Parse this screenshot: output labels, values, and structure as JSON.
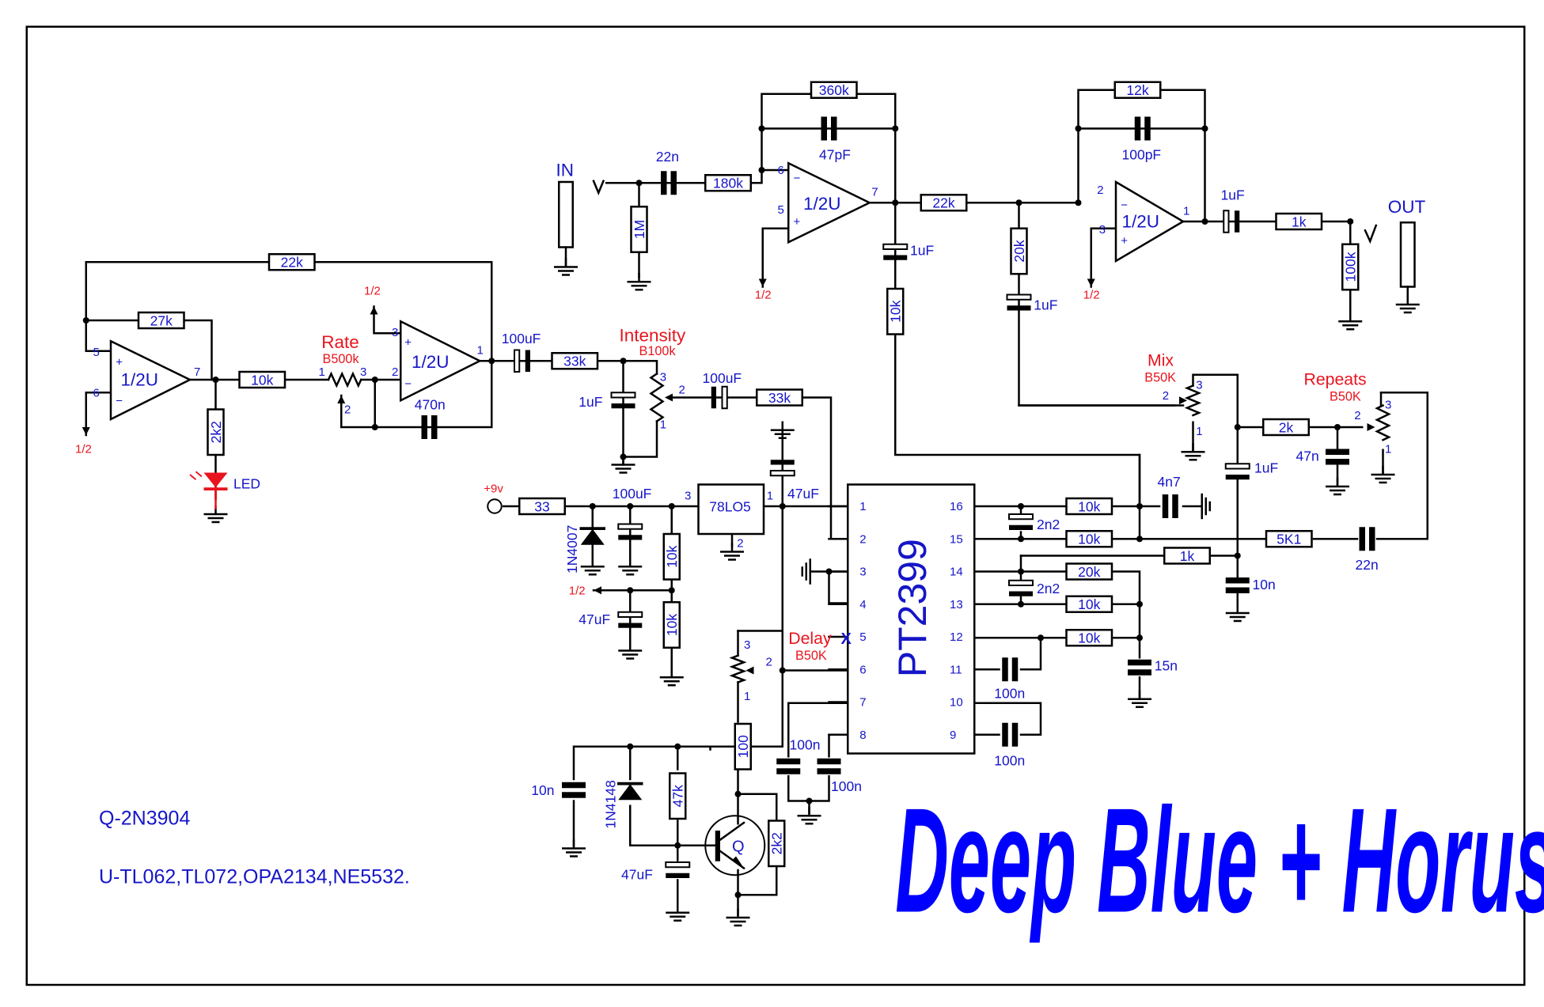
{
  "title": "Deep Blue + Horus",
  "notes": {
    "transistor": "Q-2N3904",
    "opamps": "U-TL062,TL072,OPA2134,NE5532."
  },
  "colors": {
    "wire": "#000000",
    "label": "#1515c8",
    "control": "#e8141e",
    "title": "#0000ff"
  },
  "io": {
    "input": "IN",
    "output": "OUT",
    "supply": "+9v",
    "led": "LED",
    "half_supply": "1/2"
  },
  "ic": {
    "name": "PT2399",
    "pins_left": [
      "1",
      "2",
      "3",
      "4",
      "5",
      "6",
      "7",
      "8"
    ],
    "pins_right": [
      "16",
      "15",
      "14",
      "13",
      "12",
      "11",
      "10",
      "9"
    ],
    "nc_mark": "X"
  },
  "regulator": {
    "name": "78LO5",
    "pin_in": "3",
    "pin_out": "1",
    "pin_gnd": "2"
  },
  "opamp_label": "1/2U",
  "transistor_label": "Q",
  "controls": {
    "rate": {
      "name": "Rate",
      "value": "B500k"
    },
    "intensity": {
      "name": "Intensity",
      "value": "B100k"
    },
    "mix": {
      "name": "Mix",
      "value": "B50K"
    },
    "repeats": {
      "name": "Repeats",
      "value": "B50K"
    },
    "delay": {
      "name": "Delay",
      "value": "B50K"
    }
  },
  "components": {
    "r_lfo_22k": "22k",
    "r_lfo_27k": "27k",
    "r_lfo_10k": "10k",
    "r_led_2k2": "2k2",
    "c_lfo_470n": "470n",
    "c_lfo_out_100u": "100uF",
    "r_lfo_33k": "33k",
    "c_int_1u": "1uF",
    "c_int_100u": "100uF",
    "r_int_33k": "33k",
    "c_in_22n": "22n",
    "r_in_1M": "1M",
    "r_in_180k": "180k",
    "r_fb_360k": "360k",
    "c_fb_47p": "47pF",
    "r_mid_22k": "22k",
    "c_mid_1u": "1uF",
    "r_mid_10k": "10k",
    "r_mid_20k": "20k",
    "c_mid2_1u": "1uF",
    "r_fb_12k": "12k",
    "c_fb_100p": "100pF",
    "c_out_1u": "1uF",
    "r_out_1k": "1k",
    "r_out_100k": "100k",
    "r_pwr_33": "33",
    "d_1n4007": "1N4007",
    "c_pwr_100u": "100uF",
    "c_reg_47u": "47uF",
    "r_div_10k_a": "10k",
    "r_div_10k_b": "10k",
    "c_div_47u": "47uF",
    "r_p16_10k": "10k",
    "c_p16_2n2": "2n2",
    "r_p15_10k": "10k",
    "c_4n7": "4n7",
    "r_1k": "1k",
    "r_p14_20k": "20k",
    "c_p14_2n2": "2n2",
    "r_p13_10k": "10k",
    "r_p12_10k": "10k",
    "c_15n": "15n",
    "c_p11_100n": "100n",
    "c_p9_100n": "100n",
    "c_p7_100n": "100n",
    "c_p8_100n": "100n",
    "c_mix_1u": "1uF",
    "r_2k": "2k",
    "c_47n": "47n",
    "r_5k1": "5K1",
    "c_22n": "22n",
    "c_10n_right": "10n",
    "r_100": "100",
    "r_2k2_e": "2k2",
    "r_47k": "47k",
    "c_10n_left": "10n",
    "d_1n4148": "1N4148",
    "c_47u_b": "47uF"
  }
}
